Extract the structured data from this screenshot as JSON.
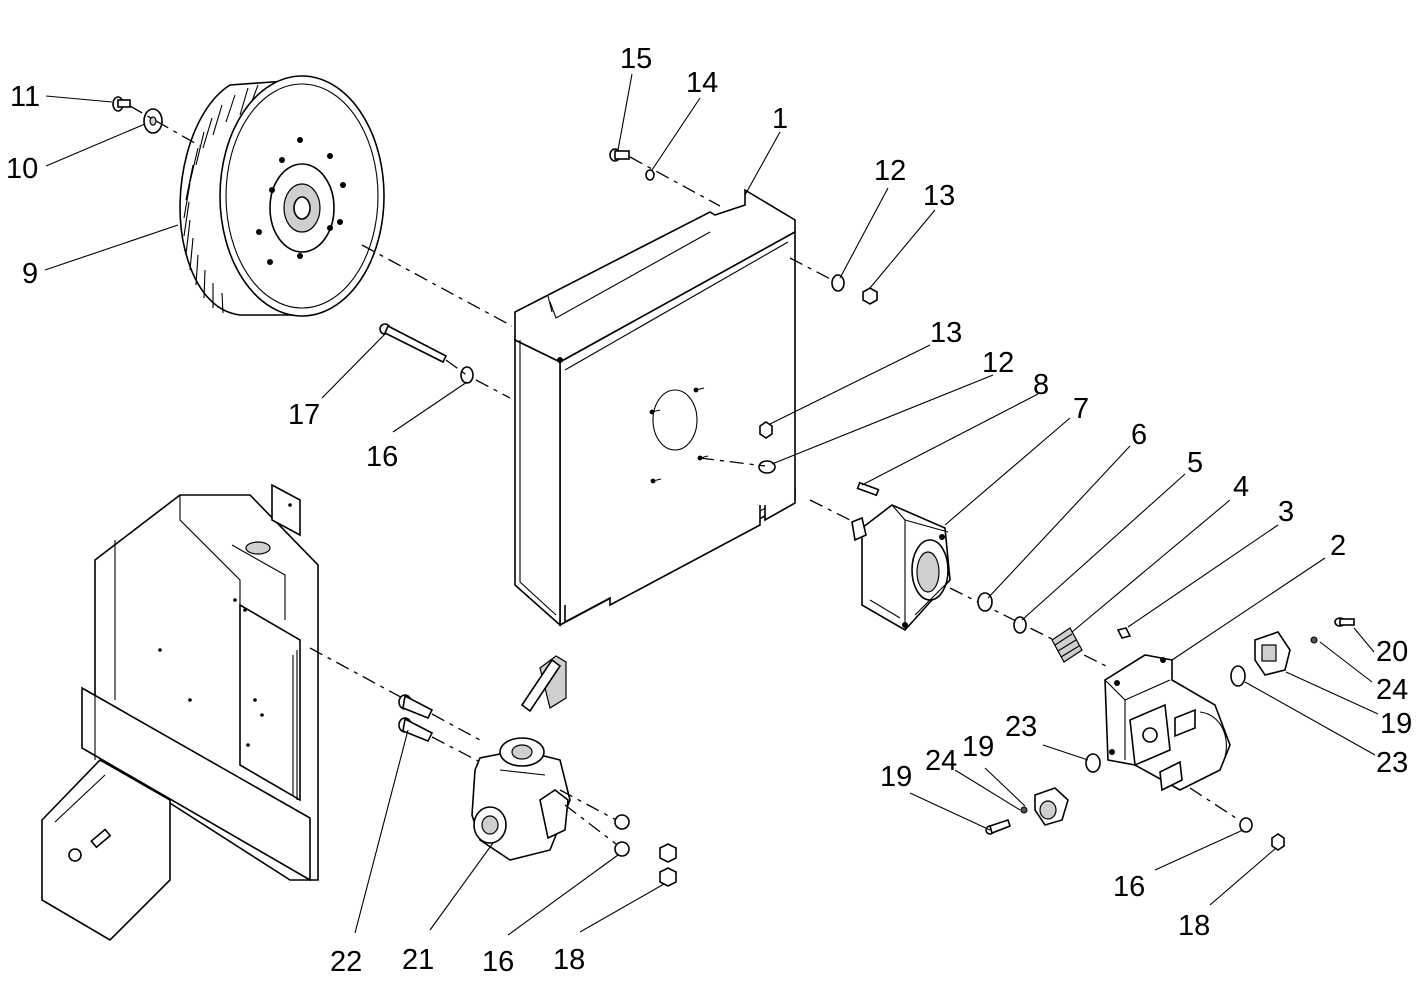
{
  "callouts": [
    {
      "id": "c11",
      "label": "11"
    },
    {
      "id": "c10",
      "label": "10"
    },
    {
      "id": "c9",
      "label": "9"
    },
    {
      "id": "c15",
      "label": "15"
    },
    {
      "id": "c14",
      "label": "14"
    },
    {
      "id": "c1",
      "label": "1"
    },
    {
      "id": "c12a",
      "label": "12"
    },
    {
      "id": "c13a",
      "label": "13"
    },
    {
      "id": "c13b",
      "label": "13"
    },
    {
      "id": "c12b",
      "label": "12"
    },
    {
      "id": "c8",
      "label": "8"
    },
    {
      "id": "c7",
      "label": "7"
    },
    {
      "id": "c6",
      "label": "6"
    },
    {
      "id": "c5",
      "label": "5"
    },
    {
      "id": "c4",
      "label": "4"
    },
    {
      "id": "c3",
      "label": "3"
    },
    {
      "id": "c2",
      "label": "2"
    },
    {
      "id": "c17",
      "label": "17"
    },
    {
      "id": "c16a",
      "label": "16"
    },
    {
      "id": "c20",
      "label": "20"
    },
    {
      "id": "c24a",
      "label": "24"
    },
    {
      "id": "c19a",
      "label": "19"
    },
    {
      "id": "c23a",
      "label": "23"
    },
    {
      "id": "c23b",
      "label": "23"
    },
    {
      "id": "c24b",
      "label": "24"
    },
    {
      "id": "c19b",
      "label": "19"
    },
    {
      "id": "c19c",
      "label": "19"
    },
    {
      "id": "c16b",
      "label": "16"
    },
    {
      "id": "c18a",
      "label": "18"
    },
    {
      "id": "c22",
      "label": "22"
    },
    {
      "id": "c21",
      "label": "21"
    },
    {
      "id": "c16c",
      "label": "16"
    },
    {
      "id": "c18b",
      "label": "18"
    }
  ]
}
